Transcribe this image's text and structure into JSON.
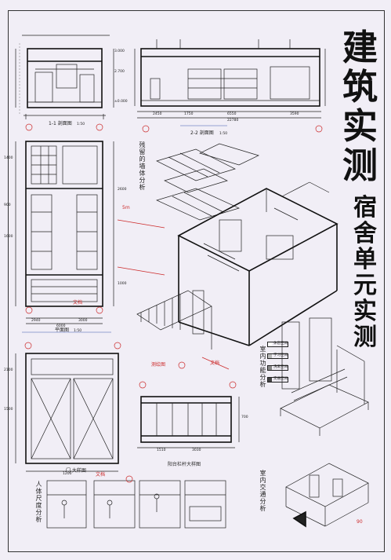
{
  "title": {
    "chars": [
      "建",
      "筑",
      "实",
      "测"
    ],
    "sub_chars": [
      "宿",
      "舍",
      "单",
      "元",
      "实",
      "测"
    ]
  },
  "drawings": {
    "section_1_1": "1-1 剖面图",
    "section_2_2": "2-2 剖面图",
    "plan": "平面图",
    "door_detail": "门 大样图",
    "railing_detail": "阳台栏杆大样图",
    "function_analysis": "室内功能分析",
    "circulation_analysis": "室内交通分析",
    "anthropometry": "人体尺度分析",
    "partition_axon": "残留的墙体分析"
  },
  "scales": {
    "s1": "1:50",
    "s2": "1:50",
    "plan": "1:50"
  },
  "legend": {
    "items": [
      "休息空间",
      "学习空间",
      "洗漱空间",
      "交通空间"
    ]
  },
  "dimensions": {
    "d2": "2450",
    "d3": "1750",
    "d4": "6550",
    "d5": "22780",
    "d6": "3590",
    "d7": "1400",
    "d8": "900",
    "d9": "1600",
    "d10": "2600",
    "d11": "1000",
    "d12": "2940",
    "d13": "6000",
    "d14": "3000",
    "d15": "1500",
    "d16": "1200",
    "d17": "2100",
    "d18": "700",
    "d19": "1510",
    "d20": "3030"
  },
  "annotations": {
    "a1": "5m",
    "a2": "3.000",
    "a3": "2.700",
    "a4": "文档",
    "a5": "测绘图",
    "a6": "文档",
    "a7": "文档",
    "a8": "90",
    "a9": "±0.000"
  },
  "colors": {
    "paper": "#f1eef6",
    "ink": "#222222",
    "annotation_red": "#cc2a2a",
    "annotation_blue": "#3a55b0"
  }
}
